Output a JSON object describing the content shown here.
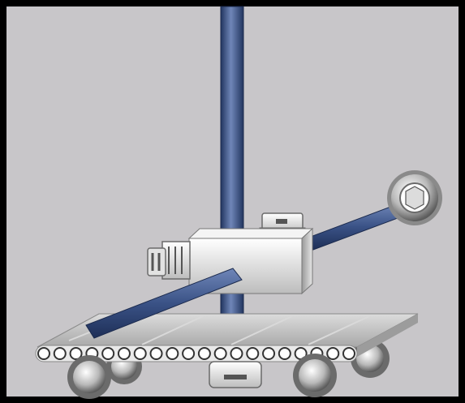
{
  "scene": {
    "subject": "conveyor-inspection-mechanism",
    "colors": {
      "frame": "#000000",
      "background": "#c8c6c9",
      "rod": "#3a5286",
      "rod_highlight": "#6f86b8",
      "metal_light": "#f2f2f2",
      "metal_mid": "#c9c9c9",
      "metal_dark": "#7a7a7a",
      "belt": "#bdbdbd"
    },
    "conveyor_roller_count": 20,
    "icons": [
      "vertical-rod",
      "sensor-block",
      "side-connector",
      "top-connector",
      "angled-rod",
      "dial-gauge",
      "conveyor-belt",
      "wheel"
    ]
  }
}
